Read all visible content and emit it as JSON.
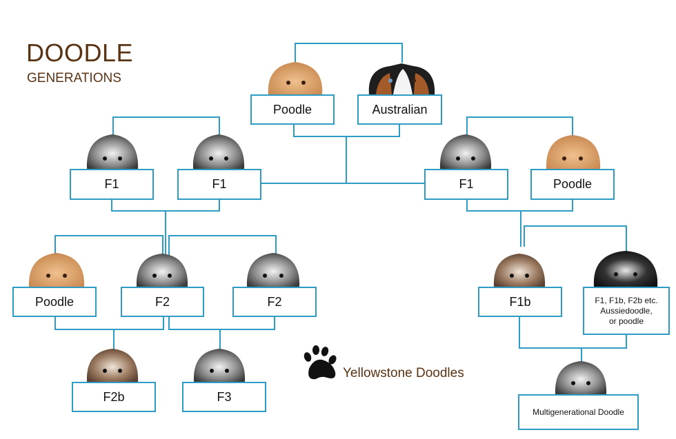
{
  "header": {
    "title": "DOODLE",
    "subtitle": "GENERATIONS"
  },
  "brand": {
    "name": "Yellowstone Doodles",
    "icon": "paw-print-icon"
  },
  "colors": {
    "line": "#2c9bc6",
    "title": "#5a3313",
    "apricot": "#d9a06a",
    "merle": "#6b6b6b"
  },
  "nodes": {
    "poodle_top": "Poodle",
    "australian": "Australian",
    "f1_left_a": "F1",
    "f1_left_b": "F1",
    "f1_right": "F1",
    "poodle_right": "Poodle",
    "poodle_left": "Poodle",
    "f2_mid": "F2",
    "f2_right": "F2",
    "f1b": "F1b",
    "f_other": "F1, F1b, F2b etc.\nAussiedoodle,\nor poodle",
    "f2b": "F2b",
    "f3": "F3",
    "multigen": "Multigenerational Doodle"
  }
}
